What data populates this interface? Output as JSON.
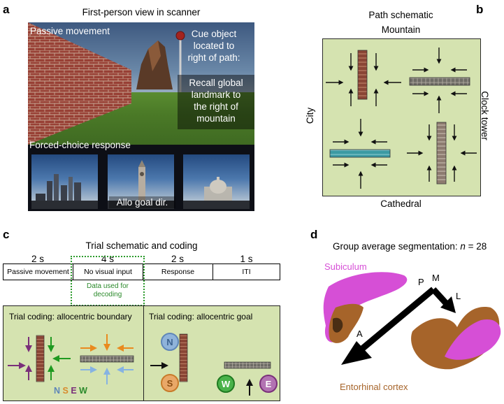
{
  "panels": {
    "a": {
      "letter": "a",
      "title": "First-person view in scanner",
      "passive_label": "Passive movement",
      "cue_text": [
        "Cue object",
        "located to",
        "right of path:"
      ],
      "recall_text": [
        "Recall global",
        "landmark to",
        "the right of",
        "mountain"
      ],
      "forced_choice_label": "Forced-choice response",
      "allo_label": "Allo goal dir."
    },
    "b": {
      "letter": "b",
      "title": "Path schematic",
      "top": "Mountain",
      "bottom": "Cathedral",
      "left": "City",
      "right": "Clock tower"
    },
    "c": {
      "letter": "c",
      "title": "Trial schematic and coding",
      "phases": [
        {
          "duration": "2 s",
          "label": "Passive movement"
        },
        {
          "duration": "4 s",
          "label": "No visual input"
        },
        {
          "duration": "2 s",
          "label": "Response"
        },
        {
          "duration": "1 s",
          "label": "ITI"
        }
      ],
      "decoding_note": [
        "Data used for",
        "decoding"
      ],
      "coding_boundary_title": "Trial coding: allocentric boundary",
      "coding_goal_title": "Trial coding: allocentric goal",
      "boundary_legend": [
        {
          "letter": "N",
          "color": "#5f86b8"
        },
        {
          "letter": "S",
          "color": "#d88a2c"
        },
        {
          "letter": "E",
          "color": "#7a2f7a"
        },
        {
          "letter": "W",
          "color": "#2b8a2b"
        }
      ],
      "goal_circles": [
        {
          "letter": "N",
          "fill": "#8fb3da",
          "stroke": "#5f86b8",
          "text": "#3d6390"
        },
        {
          "letter": "S",
          "fill": "#e9a868",
          "stroke": "#c87a2a",
          "text": "#8a4d12"
        },
        {
          "letter": "W",
          "fill": "#49b24a",
          "stroke": "#1f7a20",
          "text": "#ffffff"
        },
        {
          "letter": "E",
          "fill": "#b273b2",
          "stroke": "#7a2f7a",
          "text": "#ffffff"
        }
      ],
      "colors": {
        "north": "#86b3e2",
        "south": "#e98a1f",
        "east": "#7a2f7a",
        "west": "#1f9a20",
        "decode_border": "#2b9a2b"
      }
    },
    "d": {
      "letter": "d",
      "title_prefix": "Group average segmentation: ",
      "title_n": "n",
      "title_suffix": " = 28",
      "subiculum": "Subiculum",
      "entorhinal": "Entorhinal cortex",
      "axes": {
        "p": "P",
        "m": "M",
        "l": "L",
        "a": "A"
      },
      "colors": {
        "subiculum": "#d64fd6",
        "entorhinal": "#a6642a"
      }
    }
  }
}
